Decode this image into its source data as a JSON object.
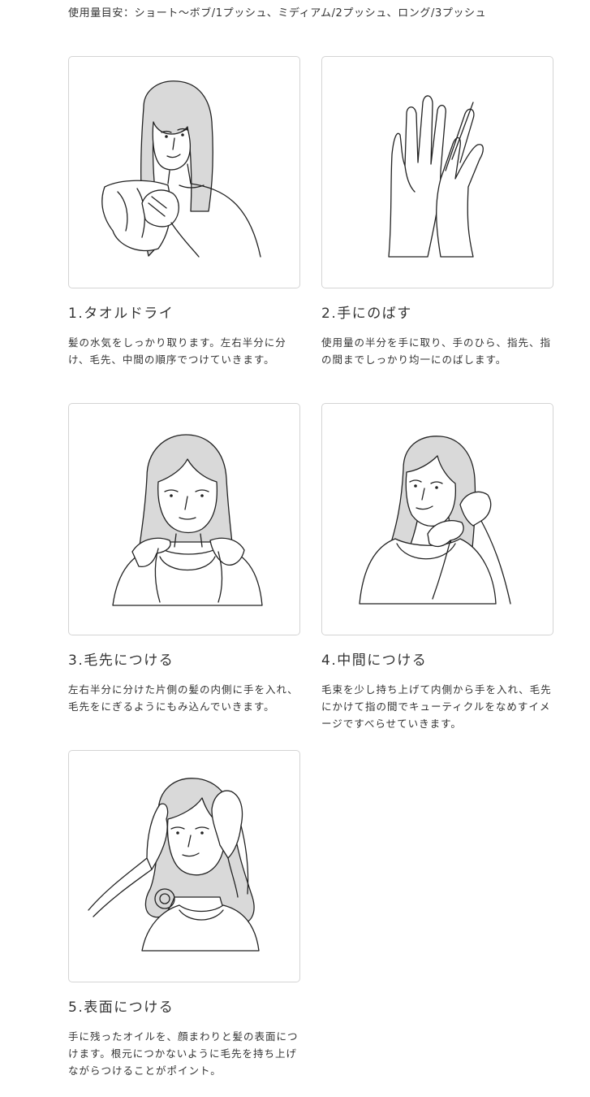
{
  "usage_note": "使用量目安：ショート〜ボブ/1プッシュ、ミディアム/2プッシュ、ロング/3プッシュ",
  "steps": [
    {
      "title": "1.タオルドライ",
      "description": "髪の水気をしっかり取ります。左右半分に分け、毛先、中間の順序でつけていきます。",
      "illustration": "woman-towel-drying-illustration"
    },
    {
      "title": "2.手にのばす",
      "description": "使用量の半分を手に取り、手のひら、指先、指の間までしっかり均一にのばします。",
      "illustration": "hands-spreading-oil-illustration"
    },
    {
      "title": "3.毛先につける",
      "description": "左右半分に分けた片側の髪の内側に手を入れ、毛先をにぎるようにもみ込んでいきます。",
      "illustration": "woman-holding-hair-ends-illustration"
    },
    {
      "title": "4.中間につける",
      "description": "毛束を少し持ち上げて内側から手を入れ、毛先にかけて指の間でキューティクルをなめすイメージですべらせていきます。",
      "illustration": "woman-applying-mid-lengths-illustration"
    },
    {
      "title": "5.表面につける",
      "description": "手に残ったオイルを、顔まわりと髪の表面につけます。根元につかないように毛先を持ち上げながらつけることがポイント。",
      "illustration": "woman-applying-hair-surface-illustration"
    }
  ]
}
